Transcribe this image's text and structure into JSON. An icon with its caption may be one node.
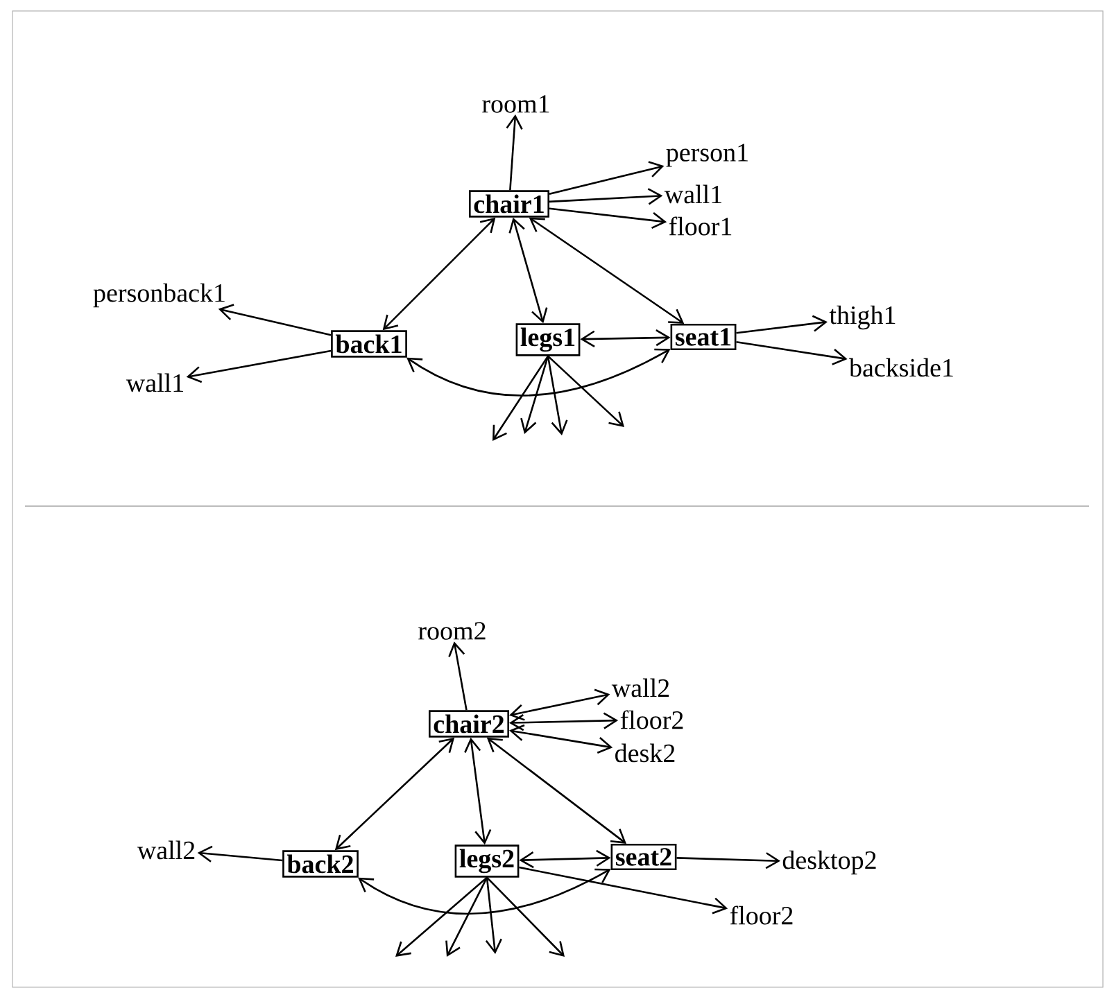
{
  "diagram": {
    "nodes": [
      {
        "text": [
          "chair1"
        ]
      },
      {
        "text": [
          "room1"
        ]
      },
      {
        "text": [
          "person1"
        ]
      },
      {
        "text": [
          "wall1"
        ]
      },
      {
        "text": [
          "floor1"
        ]
      },
      {
        "text": [
          "personback1"
        ]
      },
      {
        "text": [
          "back1"
        ]
      },
      {
        "text": [
          "legs1"
        ]
      },
      {
        "text": [
          "seat1"
        ]
      },
      {
        "text": [
          "thigh1"
        ]
      },
      {
        "text": [
          "backside1"
        ]
      },
      {
        "text": [
          "wall1"
        ]
      },
      {
        "text": [
          "chair2"
        ]
      },
      {
        "text": [
          "room2"
        ]
      },
      {
        "text": [
          "wall2"
        ]
      },
      {
        "text": [
          "floor2"
        ]
      },
      {
        "text": [
          "desk2"
        ]
      },
      {
        "text": [
          "wall2"
        ]
      },
      {
        "text": [
          "back2"
        ]
      },
      {
        "text": [
          "legs2"
        ]
      },
      {
        "text": [
          "seat2"
        ]
      },
      {
        "text": [
          "desktop2"
        ]
      },
      {
        "text": [
          "floor2"
        ]
      }
    ],
    "edges": [
      {
        "from": 0,
        "to": 1,
        "arrow": "to"
      },
      {
        "from": 0,
        "to": 2,
        "arrow": "to"
      },
      {
        "from": 0,
        "to": 3,
        "arrow": "to"
      },
      {
        "from": 0,
        "to": 4,
        "arrow": "to"
      },
      {
        "from": 0,
        "to": 6,
        "arrow": "both"
      },
      {
        "from": 0,
        "to": 7,
        "arrow": "both"
      },
      {
        "from": 0,
        "to": 8,
        "arrow": "both"
      },
      {
        "from": 6,
        "to": 5,
        "arrow": "to"
      },
      {
        "from": 6,
        "to": 11,
        "arrow": "to"
      },
      {
        "from": 8,
        "to": 7,
        "arrow": "both"
      },
      {
        "from": 8,
        "to": 9,
        "arrow": "to"
      },
      {
        "from": 8,
        "to": 10,
        "arrow": "to"
      },
      {
        "from": 6,
        "to": 8,
        "arrow": "both"
      },
      {
        "from": 7,
        "to": null,
        "arrow": "to"
      },
      {
        "from": 7,
        "to": null,
        "arrow": "to"
      },
      {
        "from": 7,
        "to": null,
        "arrow": "to"
      },
      {
        "from": 7,
        "to": null,
        "arrow": "to"
      },
      {
        "from": 12,
        "to": 13,
        "arrow": "to"
      },
      {
        "from": 12,
        "to": 14,
        "arrow": "both"
      },
      {
        "from": 12,
        "to": 15,
        "arrow": "both"
      },
      {
        "from": 12,
        "to": 16,
        "arrow": "both"
      },
      {
        "from": 12,
        "to": 18,
        "arrow": "both"
      },
      {
        "from": 12,
        "to": 19,
        "arrow": "both"
      },
      {
        "from": 12,
        "to": 20,
        "arrow": "both"
      },
      {
        "from": 18,
        "to": 17,
        "arrow": "to"
      },
      {
        "from": 19,
        "to": 20,
        "arrow": "both"
      },
      {
        "from": 20,
        "to": 21,
        "arrow": "to"
      },
      {
        "from": 19,
        "to": 22,
        "arrow": "to"
      },
      {
        "from": 18,
        "to": 20,
        "arrow": "both"
      },
      {
        "from": 19,
        "to": null,
        "arrow": "to"
      },
      {
        "from": 19,
        "to": null,
        "arrow": "to"
      },
      {
        "from": 19,
        "to": null,
        "arrow": "to"
      },
      {
        "from": 19,
        "to": null,
        "arrow": "to"
      }
    ]
  }
}
